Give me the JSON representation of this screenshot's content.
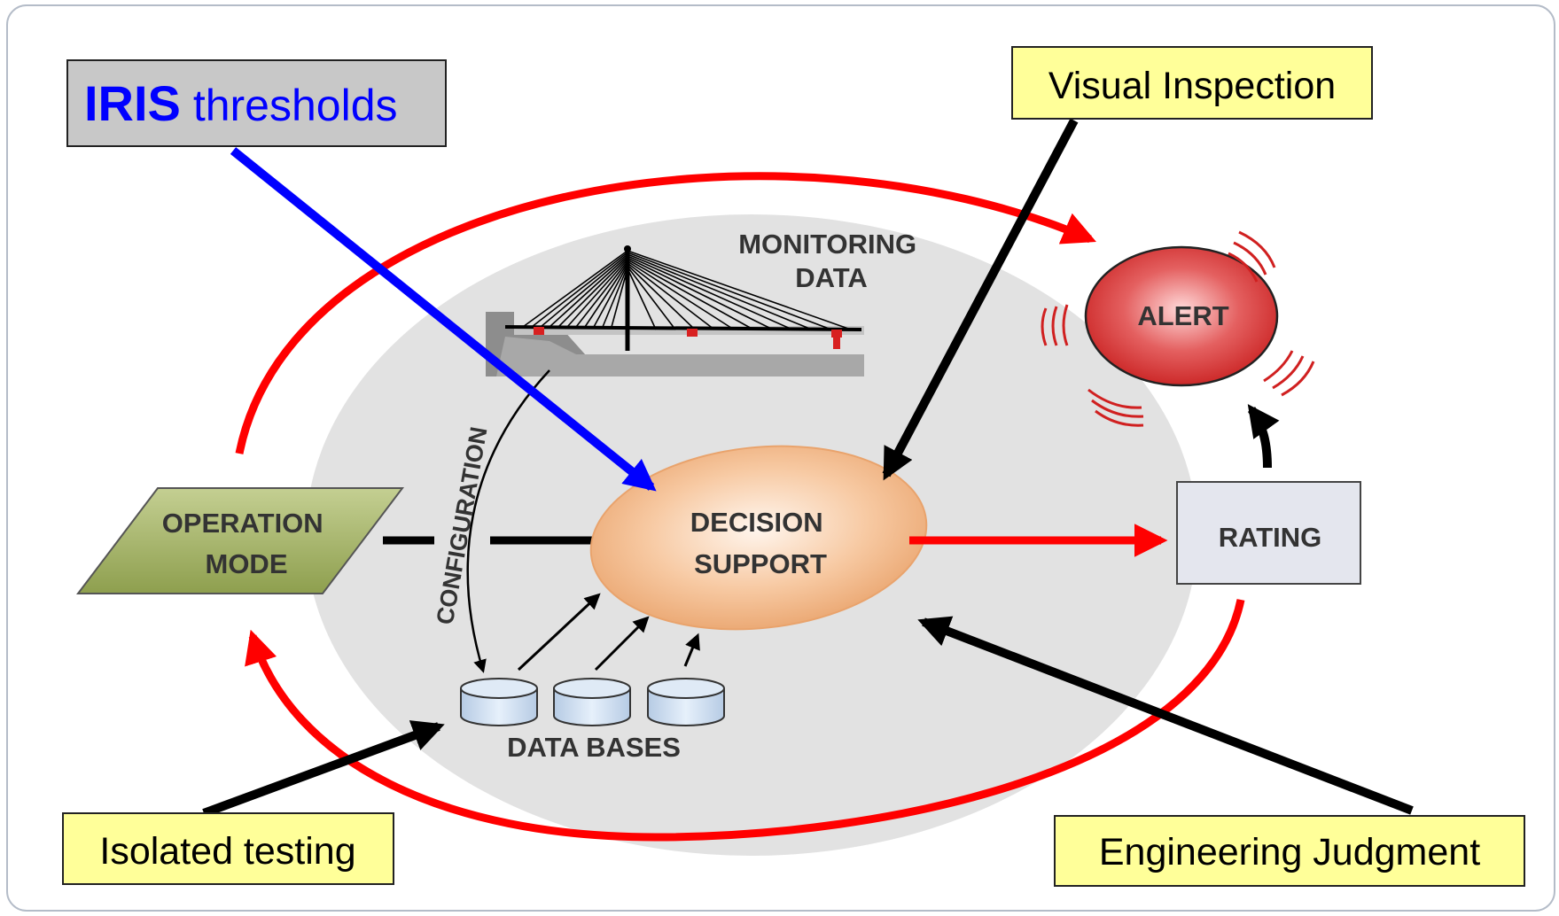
{
  "iris_box": {
    "strong": "IRIS",
    "rest": " thresholds"
  },
  "visual_inspection": "Visual Inspection",
  "isolated_testing": "Isolated testing",
  "engineering_judgment": "Engineering Judgment",
  "monitoring_data": {
    "line1": "MONITORING",
    "line2": "DATA"
  },
  "alert": "ALERT",
  "decision_support": {
    "line1": "DECISION",
    "line2": "SUPPORT"
  },
  "operation_mode": {
    "line1": "OPERATION",
    "line2": "MODE"
  },
  "rating": "RATING",
  "configuration": "CONFIGURATION",
  "data_bases": "DATA BASES",
  "colors": {
    "cycle_arrows": "#ff0000",
    "iris_arrow": "#0000ff",
    "iris_text": "#0000ff",
    "note_box_fill": "#ffff99",
    "iris_box_fill": "#c8c8c8",
    "background_ellipse": "#e2e2e2",
    "decision_fill": "#f4b98a",
    "alert_fill": "#d93030",
    "operation_fill": "#a9b86a",
    "rating_fill": "#e4e6ee",
    "database_fill": "#cfe0f3"
  }
}
